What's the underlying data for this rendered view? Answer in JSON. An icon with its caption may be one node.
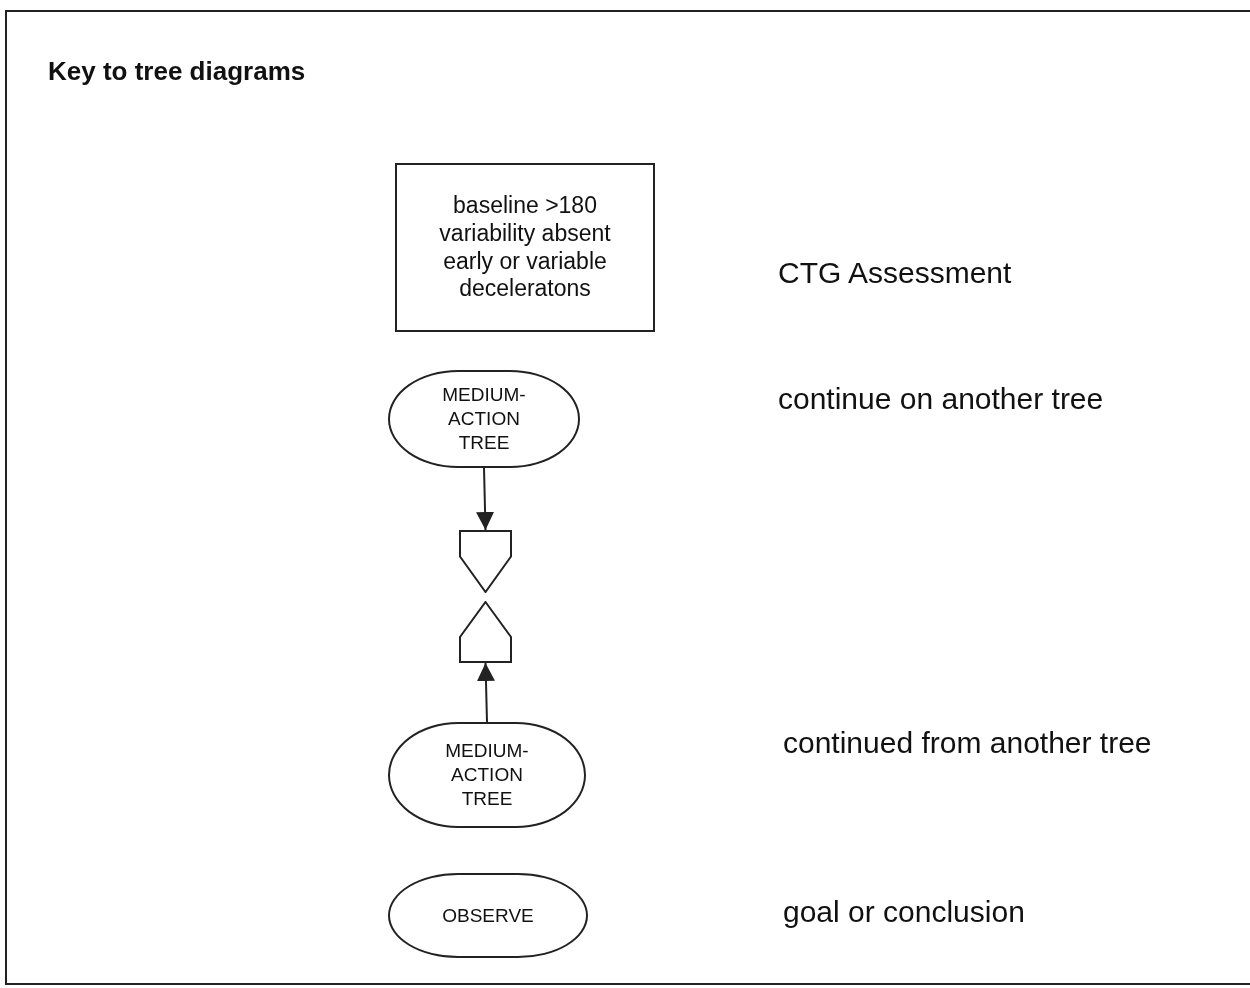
{
  "diagram": {
    "title": "Key to tree diagrams",
    "nodes": [
      {
        "text": [
          "baseline >180 variability absent early or variable deceleratons"
        ]
      },
      {
        "text": [
          "MEDIUM- ACTION TREE"
        ]
      },
      {
        "text": [],
        "shape": "pentagon"
      },
      {
        "text": [],
        "shape": "pentagon"
      },
      {
        "text": [
          "MEDIUM- ACTION TREE"
        ]
      },
      {
        "text": [
          "OBSERVE"
        ]
      }
    ],
    "edges": [
      {
        "from": 1,
        "to": 2,
        "arrow": "to"
      },
      {
        "from": 4,
        "to": 3,
        "arrow": "to"
      }
    ],
    "labels": [
      "CTG Assessment",
      "continue on another tree",
      "continued from another tree",
      "goal or conclusion"
    ]
  }
}
